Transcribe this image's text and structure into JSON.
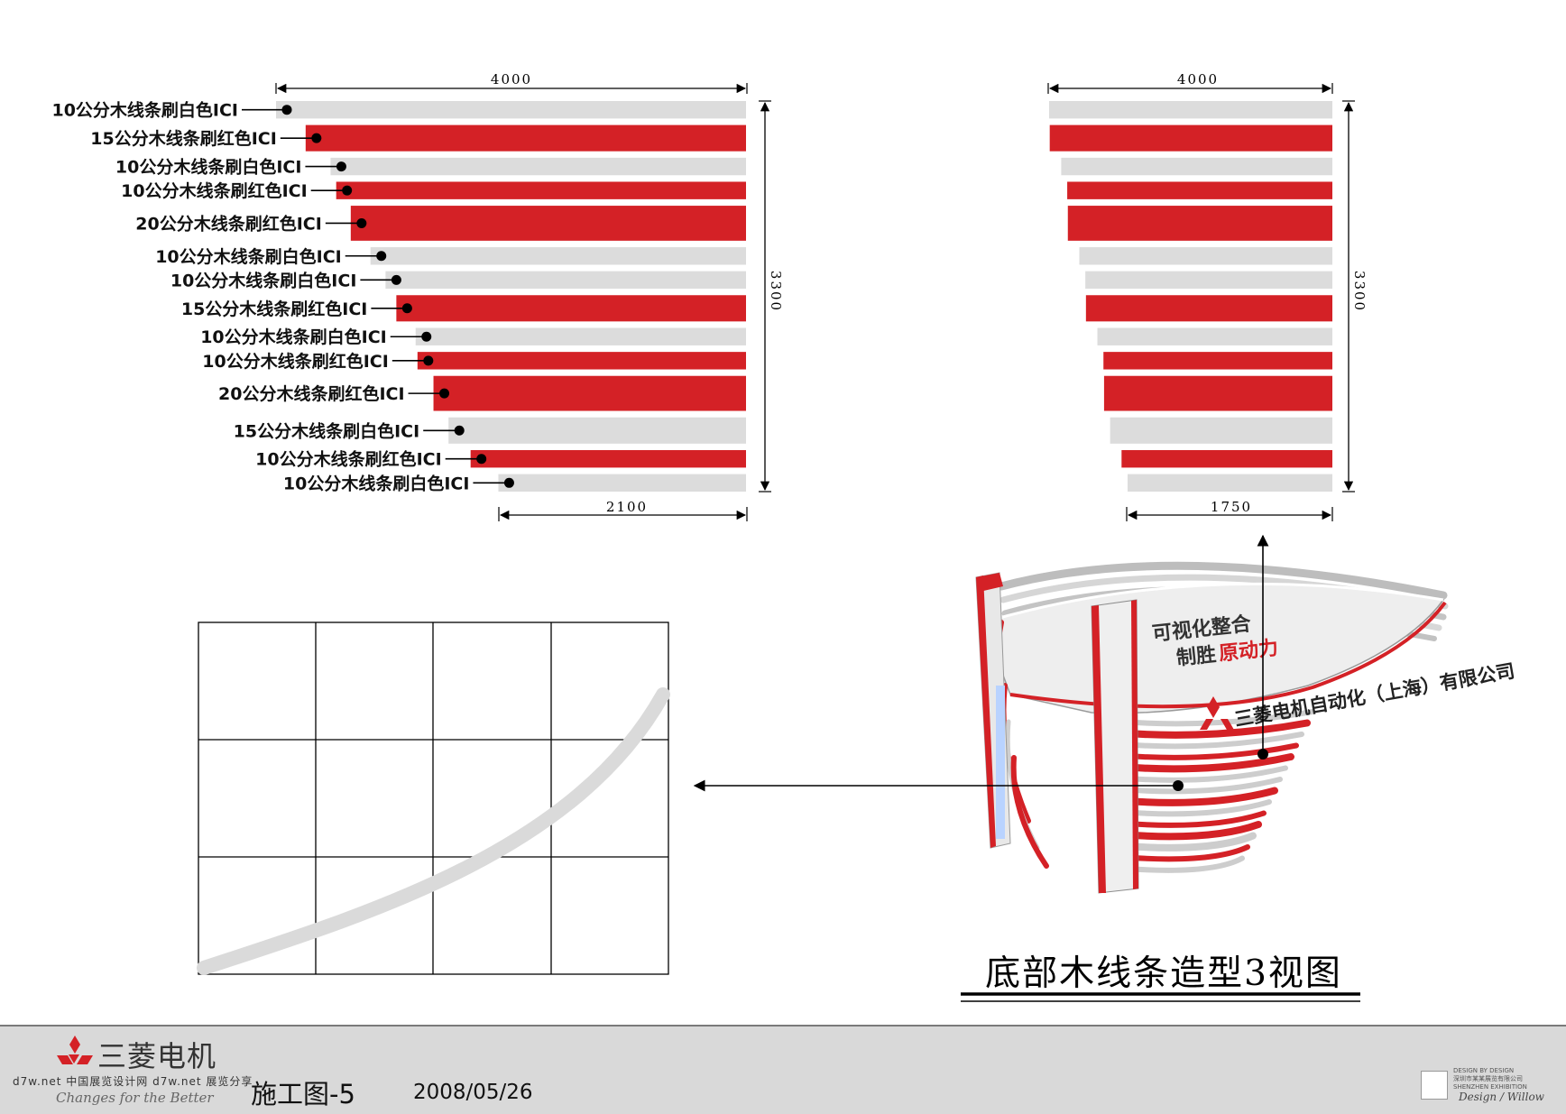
{
  "front_view": {
    "top_dim": "4000",
    "side_dim": "3300",
    "bottom_dim": "2100",
    "bars": [
      {
        "label": "10公分木线条刷白色ICI",
        "color": "white",
        "start": 0.0,
        "size": 10
      },
      {
        "label": "15公分木线条刷红色ICI",
        "color": "red",
        "start": 0.063,
        "size": 15
      },
      {
        "label": "10公分木线条刷白色ICI",
        "color": "white",
        "start": 0.116,
        "size": 10
      },
      {
        "label": "10公分木线条刷红色ICI",
        "color": "red",
        "start": 0.128,
        "size": 10
      },
      {
        "label": "20公分木线条刷红色ICI",
        "color": "red",
        "start": 0.159,
        "size": 20
      },
      {
        "label": "10公分木线条刷白色ICI",
        "color": "white",
        "start": 0.201,
        "size": 10
      },
      {
        "label": "10公分木线条刷白色ICI",
        "color": "white",
        "start": 0.233,
        "size": 10
      },
      {
        "label": "15公分木线条刷红色ICI",
        "color": "red",
        "start": 0.256,
        "size": 15
      },
      {
        "label": "10公分木线条刷白色ICI",
        "color": "white",
        "start": 0.297,
        "size": 10
      },
      {
        "label": "10公分木线条刷红色ICI",
        "color": "red",
        "start": 0.301,
        "size": 10
      },
      {
        "label": "20公分木线条刷红色ICI",
        "color": "red",
        "start": 0.335,
        "size": 20
      },
      {
        "label": "15公分木线条刷白色ICI",
        "color": "white",
        "start": 0.367,
        "size": 15
      },
      {
        "label": "10公分木线条刷红色ICI",
        "color": "red",
        "start": 0.414,
        "size": 10
      },
      {
        "label": "10公分木线条刷白色ICI",
        "color": "white",
        "start": 0.473,
        "size": 10
      }
    ]
  },
  "side_view": {
    "top_dim": "4000",
    "side_dim": "3300",
    "bottom_dim": "1750"
  },
  "render": {
    "slogan_line1": "可视化整合",
    "slogan_line2_a": "制胜",
    "slogan_line2_b": "原动力",
    "company": "三菱电机自动化（上海）有限公司"
  },
  "view_title": "底部木线条造型3视图",
  "footer": {
    "brand_cn": "三菱电机",
    "slogan": "Changes for the Better",
    "watermark": "d7w.net 中国展览设计网 d7w.net 展览分享",
    "sheet_no": "施工图-5",
    "date": "2008/05/26",
    "designer_tiny": "DESIGN BY DESIGN\n深圳市某某展览有限公司\nSHENZHEN EXHIBITION",
    "designer_sig": "Design / Willow"
  },
  "colors": {
    "red": "#d42126",
    "white_bar": "#dcdcdc",
    "footer_bg": "#d9d9d9"
  }
}
